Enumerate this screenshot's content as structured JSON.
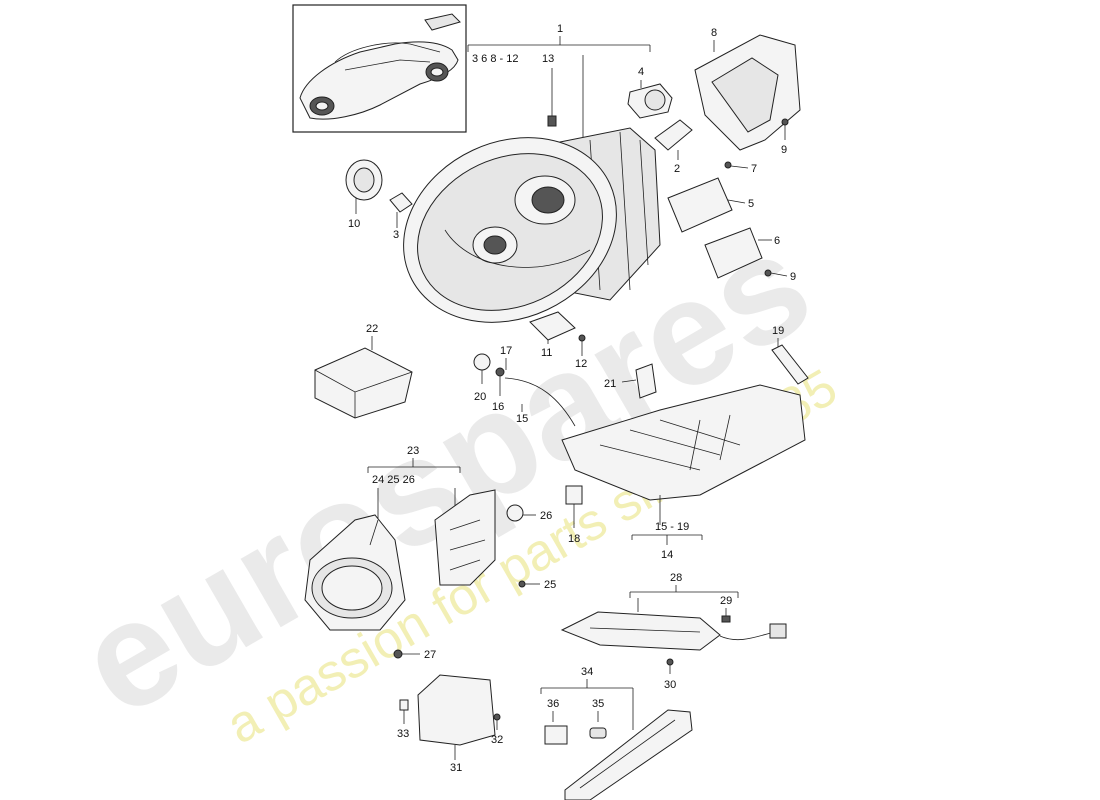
{
  "watermark": {
    "brand": "eurospares",
    "tagline": "a passion for parts since 1985"
  },
  "callouts": {
    "c1": "1",
    "c1_sub": "3  6   8 - 12",
    "c2": "2",
    "c3a": "3",
    "c4": "4",
    "c5": "5",
    "c6": "6",
    "c7": "7",
    "c8": "8",
    "c9a": "9",
    "c9b": "9",
    "c10": "10",
    "c11": "11",
    "c12": "12",
    "c13": "13",
    "c14": "14",
    "c14_sub": "15 - 19",
    "c15": "15",
    "c16": "16",
    "c17": "17",
    "c18": "18",
    "c19": "19",
    "c20": "20",
    "c21": "21",
    "c22": "22",
    "c23": "23",
    "c23_sub": "24   25   26",
    "c24": "24",
    "c25": "25",
    "c26": "26",
    "c26b": "26",
    "c27": "27",
    "c28": "28",
    "c29": "29",
    "c30": "30",
    "c31": "31",
    "c32": "32",
    "c33": "33",
    "c34": "34",
    "c35": "35",
    "c36": "36"
  }
}
